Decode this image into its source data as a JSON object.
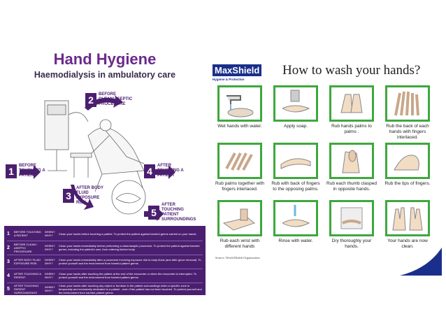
{
  "left_poster": {
    "title": "Hand Hygiene",
    "subtitle": "Haemodialysis in ambulatory care",
    "moments": [
      {
        "num": "1",
        "label": "BEFORE TOUCHING A PATIENT"
      },
      {
        "num": "2",
        "label": "BEFORE CLEAN/ASEPTIC PROCEDURE"
      },
      {
        "num": "3",
        "label": "AFTER BODY FLUID EXPOSURE RISK"
      },
      {
        "num": "4",
        "label": "AFTER TOUCHING A PATIENT"
      },
      {
        "num": "5",
        "label": "AFTER TOUCHING PATIENT SURROUNDINGS"
      }
    ],
    "table_rows": [
      {
        "num": "1",
        "label": "BEFORE TOUCHING A PATIENT",
        "when": "WHEN? WHY?",
        "desc": "Clean your hands before touching a patient. To protect the patient against harmful germs carried on your hands"
      },
      {
        "num": "2",
        "label": "BEFORE CLEAN / ASEPTIC PROCEDURE",
        "when": "WHEN? WHY?",
        "desc": "Clean your hands immediately before performing a clean/aseptic procedure. To protect the patient against harmful germs, including the patient's own, from entering his/her body"
      },
      {
        "num": "3",
        "label": "AFTER BODY FLUID EXPOSURE RISK",
        "when": "WHEN? WHY?",
        "desc": "Clean your hands immediately after a procedure involving exposure risk to body fluids (and after glove removal). To protect yourself and the environment from harmful patient germs"
      },
      {
        "num": "4",
        "label": "AFTER TOUCHING A PATIENT",
        "when": "WHEN? WHY?",
        "desc": "Clean your hands after touching the patient at the end of the encounter or when the encounter is interrupted. To protect yourself and the environment from harmful patient germs"
      },
      {
        "num": "5",
        "label": "AFTER TOUCHING PATIENT SURROUNDINGS",
        "when": "WHEN? WHY?",
        "desc": "Clean your hands after touching any object or furniture in the patient surroundings when a specific zone is temporarily and exclusively dedicated to a patient - even if the patient has not been touched. To protect yourself and the environment from harmful patient germs"
      }
    ]
  },
  "right_poster": {
    "brand": "MaxShield",
    "tagline": "Hygiene & Protection",
    "title": "How to wash your hands?",
    "steps": [
      "Wet hands with water.",
      "Apply soap.",
      "Rub hands palms to palms .",
      "Rub the back of each hands with fingers interlaced.",
      "Rub palms together with fingers interlaced.",
      "Rub with back of fingers to the opposing palms.",
      "Rub each thumb clasped in opposite hands.",
      "Rub the tips of fingers.",
      "Rub each wrist with different hands",
      "Rinse with water.",
      "Dry thoroughly your hands.",
      "Your hands are now clean."
    ],
    "source": "Source: World Health Organization"
  },
  "colors": {
    "purple": "#4b1f6f",
    "title_purple": "#6a2a8c",
    "frame_green": "#3ea83e",
    "brand_blue": "#1a2f8c"
  }
}
